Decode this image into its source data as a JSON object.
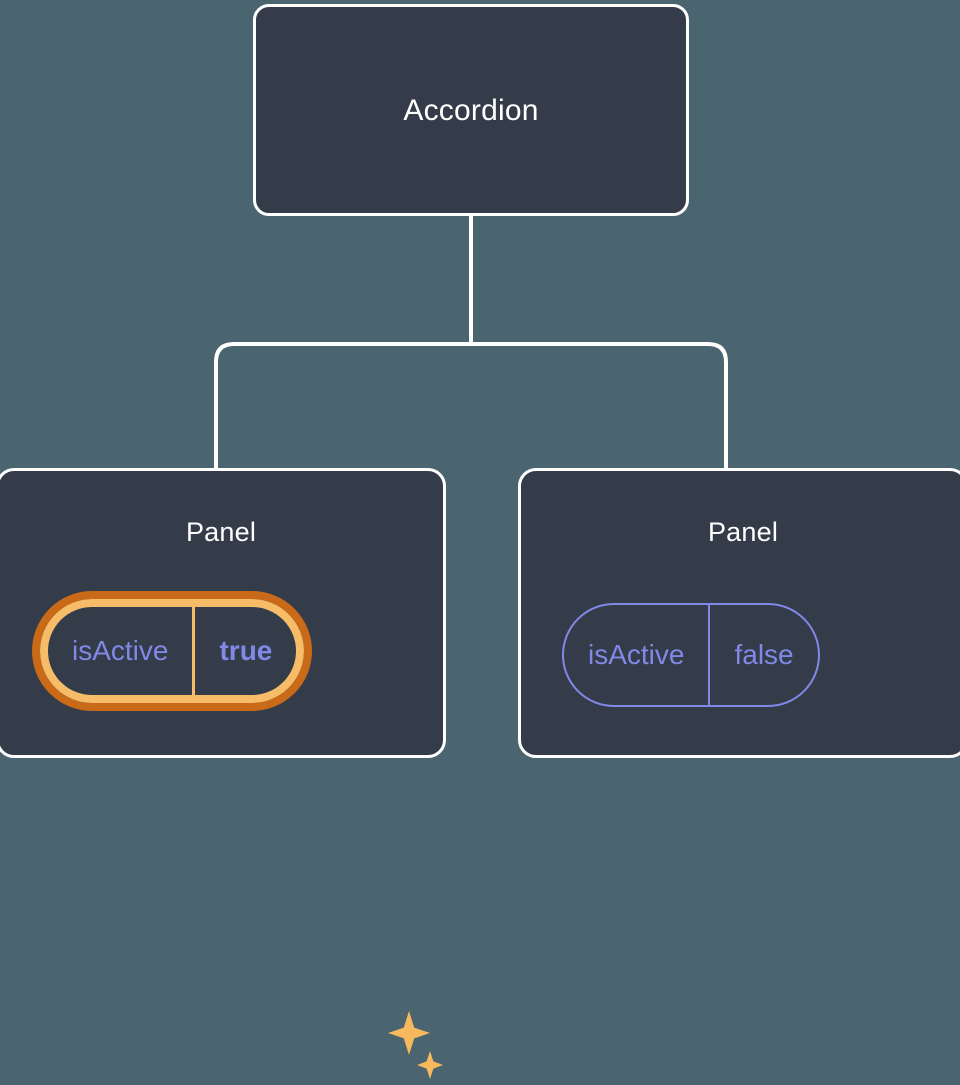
{
  "diagram": {
    "type": "component-tree",
    "background_color": "#4b6570",
    "node_fill_color": "#333a47",
    "node_border_color": "#ffffff",
    "prop_text_color": "#8189e8",
    "highlight_outer_color": "#c86a18",
    "highlight_inner_color": "#f7bc68",
    "sparkle_color": "#f7b85e",
    "root": {
      "title": "Accordion"
    },
    "children": [
      {
        "title": "Panel",
        "highlighted": true,
        "sparkle_icon": "sparkles-icon",
        "prop": {
          "key": "isActive",
          "value": "true"
        }
      },
      {
        "title": "Panel",
        "highlighted": false,
        "prop": {
          "key": "isActive",
          "value": "false"
        }
      }
    ]
  }
}
